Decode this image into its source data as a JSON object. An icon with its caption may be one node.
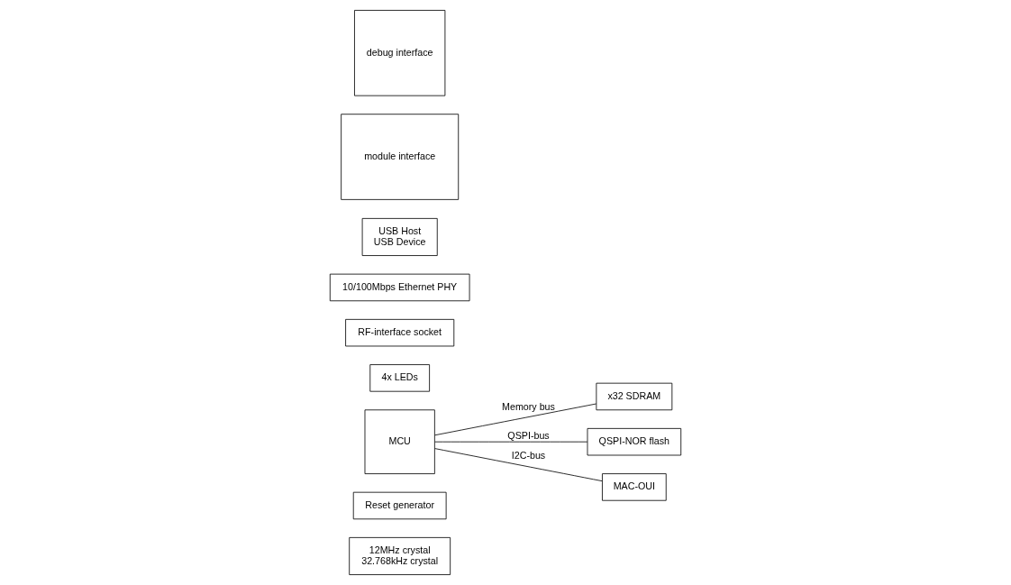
{
  "diagram": {
    "nodes": [
      {
        "text": [
          "12MHz crystal",
          "32.768kHz crystal"
        ]
      },
      {
        "text": [
          "Reset generator"
        ]
      },
      {
        "text": [
          "MCU"
        ]
      },
      {
        "text": [
          "x32 SDRAM"
        ]
      },
      {
        "text": [
          "QSPI-NOR flash"
        ]
      },
      {
        "text": [
          "MAC-OUI"
        ]
      },
      {
        "text": [
          "4x LEDs"
        ]
      },
      {
        "text": [
          "RF-interface socket"
        ]
      },
      {
        "text": [
          "10/100Mbps Ethernet PHY"
        ]
      },
      {
        "text": [
          "USB Host",
          "USB Device"
        ]
      },
      {
        "text": [
          "module interface"
        ]
      },
      {
        "text": [
          "debug interface"
        ]
      }
    ],
    "edges": [
      {
        "from": 2,
        "to": 3,
        "arrow": "none",
        "label": "Memory bus"
      },
      {
        "from": 2,
        "to": 4,
        "arrow": "none",
        "label": "QSPI-bus"
      },
      {
        "from": 2,
        "to": 5,
        "arrow": "none",
        "label": "I2C-bus"
      }
    ]
  }
}
